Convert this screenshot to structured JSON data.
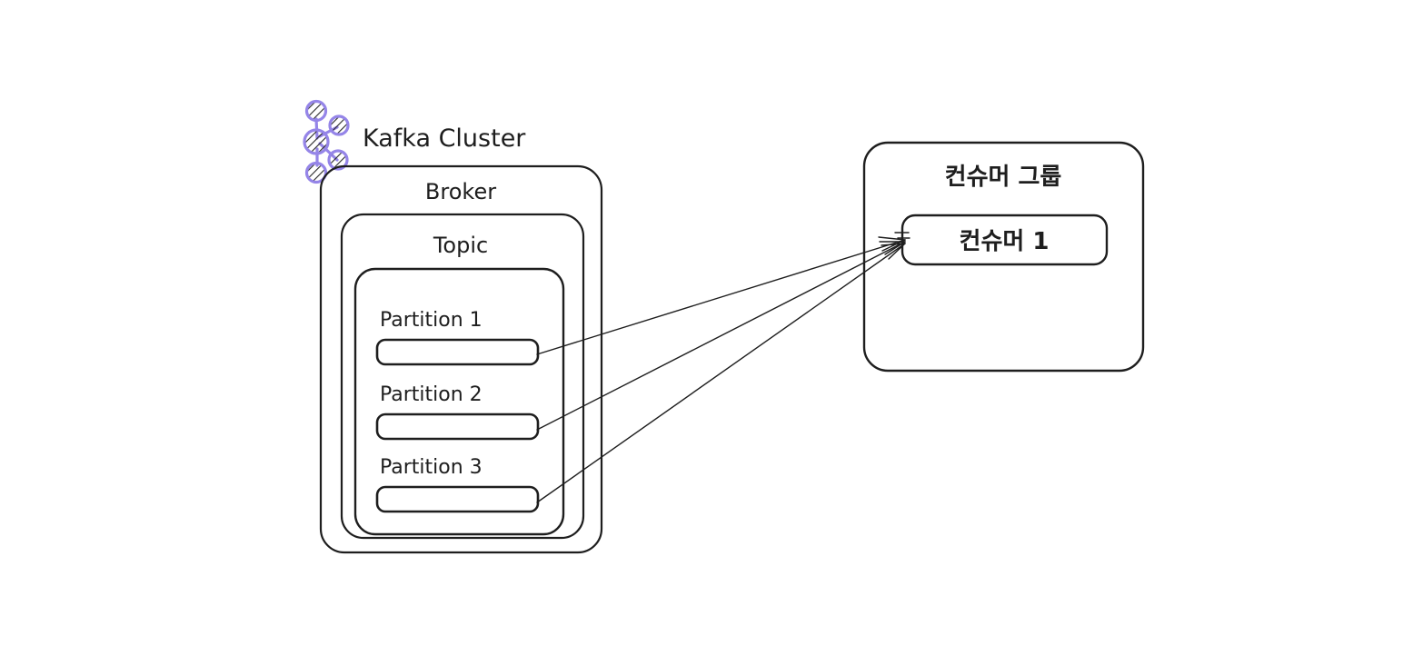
{
  "diagram": {
    "title": "Kafka Cluster",
    "logo": {
      "name": "kafka-logo-icon",
      "accent_color": "#9585e8",
      "hatch_color": "#2b2b2b"
    },
    "stroke_color": "#1e1e1e",
    "background_color": "#ffffff",
    "cluster": {
      "label": "Kafka Cluster"
    },
    "broker": {
      "label": "Broker"
    },
    "topic": {
      "label": "Topic"
    },
    "partitions": [
      {
        "label": "Partition 1",
        "bar_label": ""
      },
      {
        "label": "Partition 2",
        "bar_label": ""
      },
      {
        "label": "Partition 3",
        "bar_label": ""
      }
    ],
    "consumer_group": {
      "label": "컨슈머 그룹",
      "consumers": [
        {
          "label": "컨슈머 1"
        }
      ]
    },
    "connections": [
      {
        "from": "Partition 1",
        "to": "컨슈머 1"
      },
      {
        "from": "Partition 2",
        "to": "컨슈머 1"
      },
      {
        "from": "Partition 3",
        "to": "컨슈머 1"
      }
    ]
  }
}
